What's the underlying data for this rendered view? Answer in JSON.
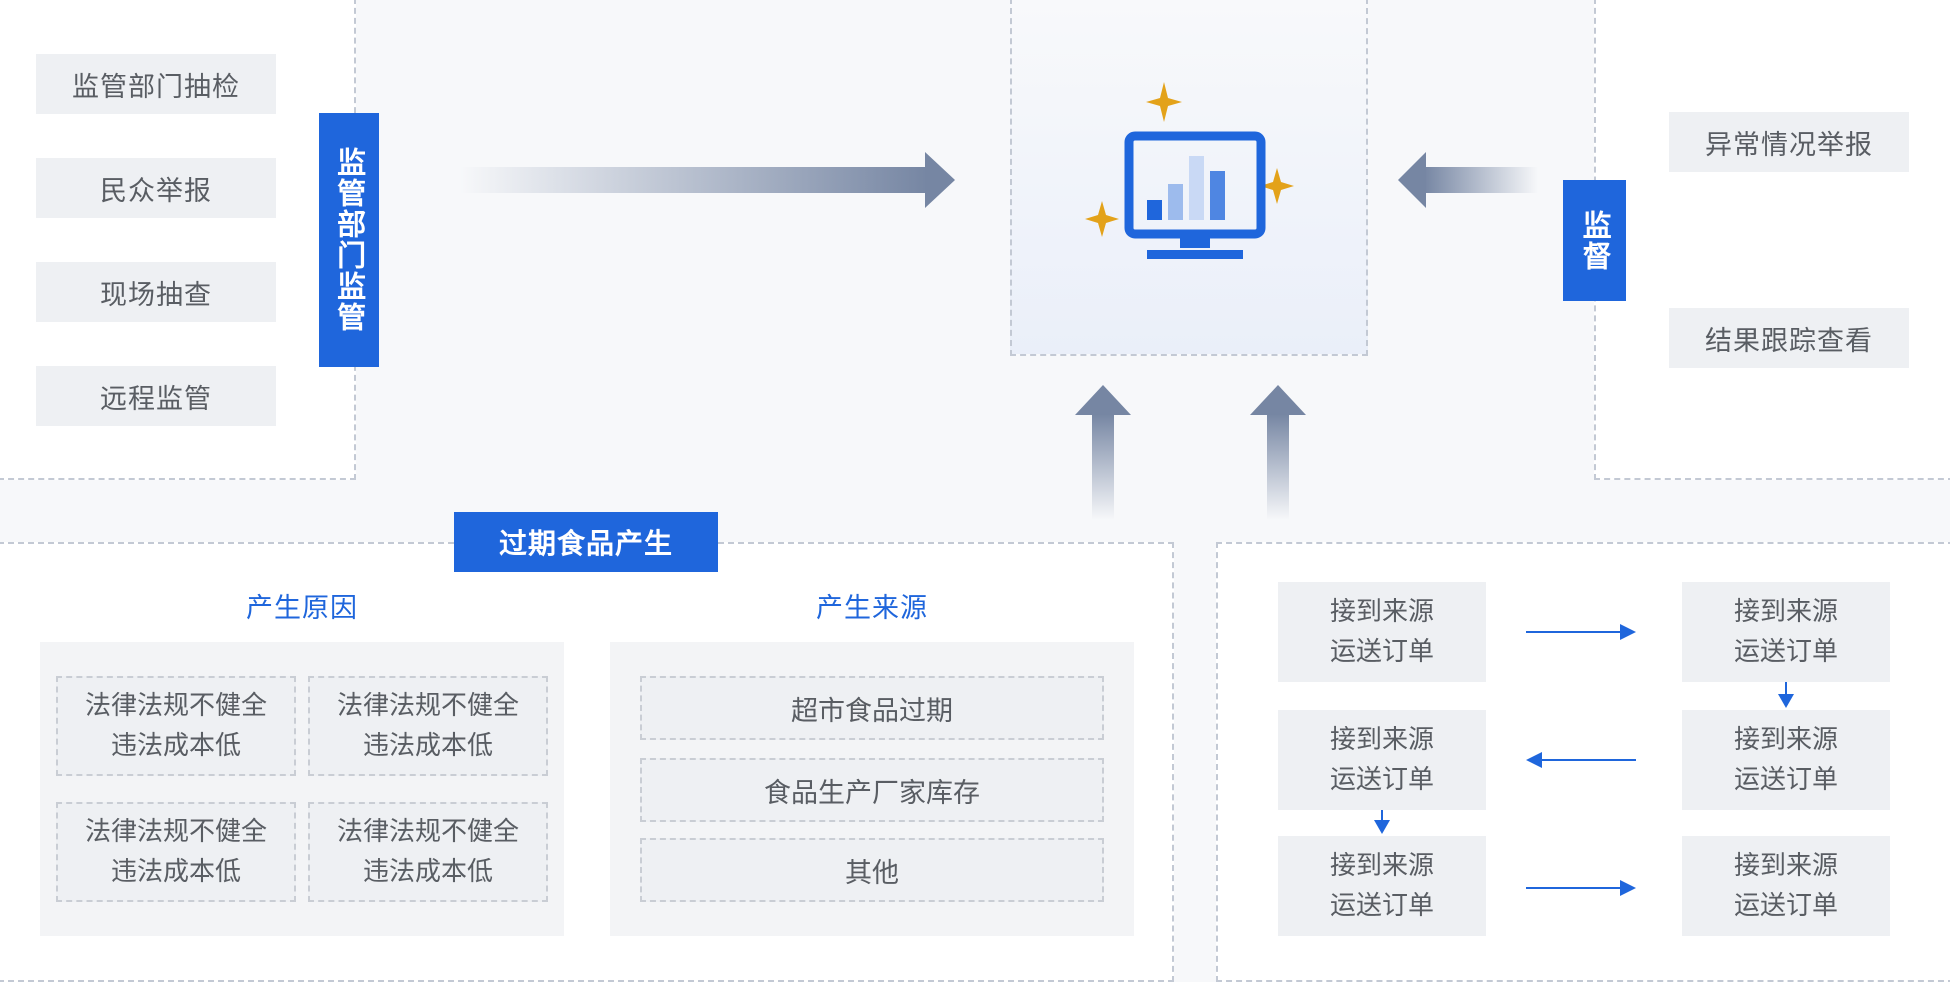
{
  "regulator": {
    "items": [
      "监管部门抽检",
      "民众举报",
      "现场抽查",
      "远程监管"
    ],
    "label": "监管部门监管"
  },
  "supervision": {
    "items": [
      "异常情况举报",
      "结果跟踪查看"
    ],
    "label": "监督"
  },
  "expired": {
    "header": "过期食品产生",
    "causes_title": "产生原因",
    "causes": [
      {
        "line1": "法律法规不健全",
        "line2": "违法成本低"
      },
      {
        "line1": "法律法规不健全",
        "line2": "违法成本低"
      },
      {
        "line1": "法律法规不健全",
        "line2": "违法成本低"
      },
      {
        "line1": "法律法规不健全",
        "line2": "违法成本低"
      }
    ],
    "sources_title": "产生来源",
    "sources": [
      "超市食品过期",
      "食品生产厂家库存",
      "其他"
    ]
  },
  "flow": {
    "cells": [
      {
        "line1": "接到来源",
        "line2": "运送订单"
      },
      {
        "line1": "接到来源",
        "line2": "运送订单"
      },
      {
        "line1": "接到来源",
        "line2": "运送订单"
      },
      {
        "line1": "接到来源",
        "line2": "运送订单"
      },
      {
        "line1": "接到来源",
        "line2": "运送订单"
      },
      {
        "line1": "接到来源",
        "line2": "运送订单"
      }
    ]
  },
  "colors": {
    "accent": "#1f66dc",
    "arrow": "#7686a3",
    "star": "#e3a21a",
    "chip": "#eef0f3",
    "dash": "#c3c9d4"
  },
  "icons": [
    "monitor-chart-icon",
    "sparkle-icon"
  ]
}
